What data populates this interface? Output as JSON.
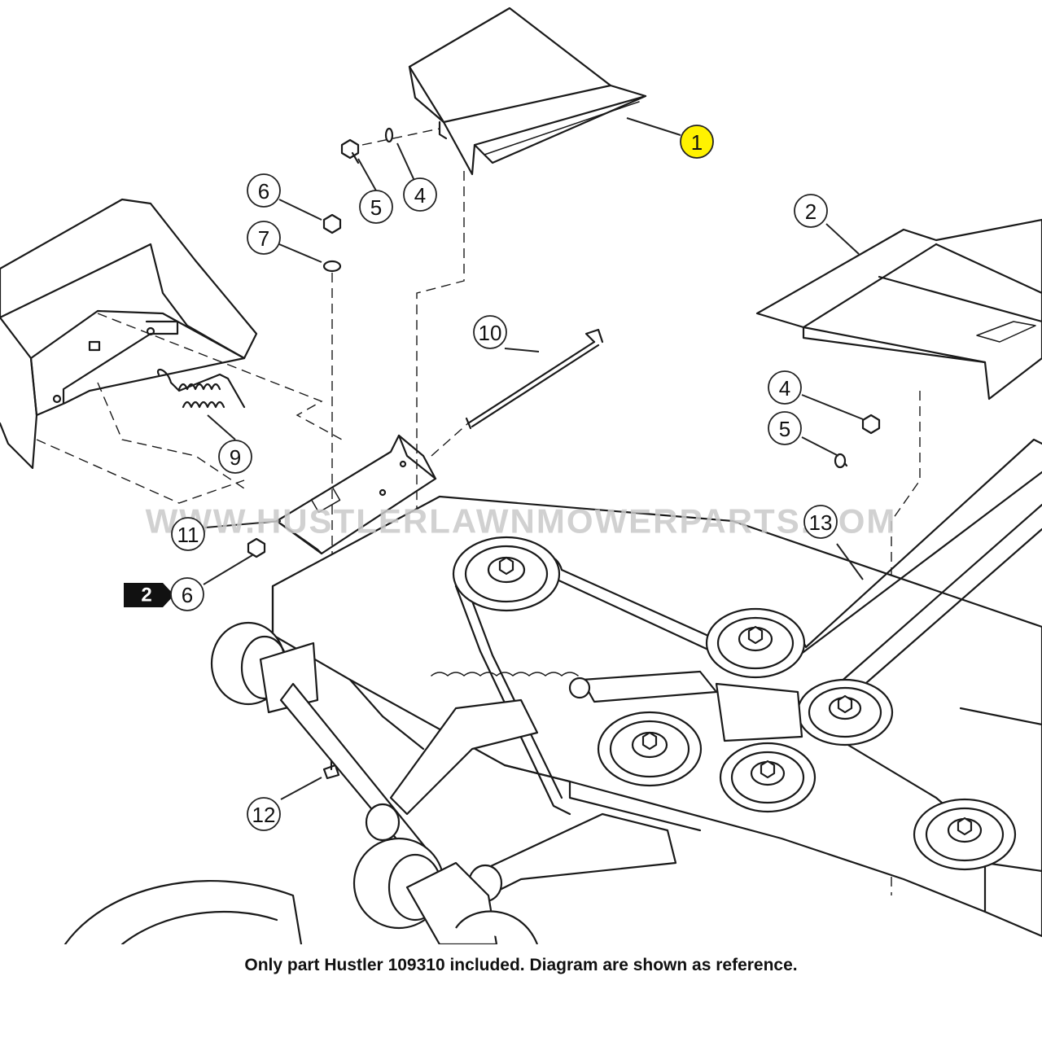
{
  "diagram": {
    "watermark": "WWW.HUSTLERLAWNMOWERPARTS.COM",
    "caption": "Only part Hustler 109310 included. Diagram are shown as reference.",
    "highlight_color": "#fff200",
    "callouts": [
      {
        "id": "c1",
        "label": "1",
        "highlighted": true
      },
      {
        "id": "c2",
        "label": "2"
      },
      {
        "id": "c4a",
        "label": "4"
      },
      {
        "id": "c5a",
        "label": "5"
      },
      {
        "id": "c6a",
        "label": "6"
      },
      {
        "id": "c7",
        "label": "7"
      },
      {
        "id": "c10",
        "label": "10"
      },
      {
        "id": "c4b",
        "label": "4"
      },
      {
        "id": "c5b",
        "label": "5"
      },
      {
        "id": "c9",
        "label": "9"
      },
      {
        "id": "c11",
        "label": "11"
      },
      {
        "id": "c6b",
        "label": "6"
      },
      {
        "id": "c13",
        "label": "13"
      },
      {
        "id": "c12",
        "label": "12"
      }
    ],
    "reference_tag": {
      "label": "2"
    }
  }
}
